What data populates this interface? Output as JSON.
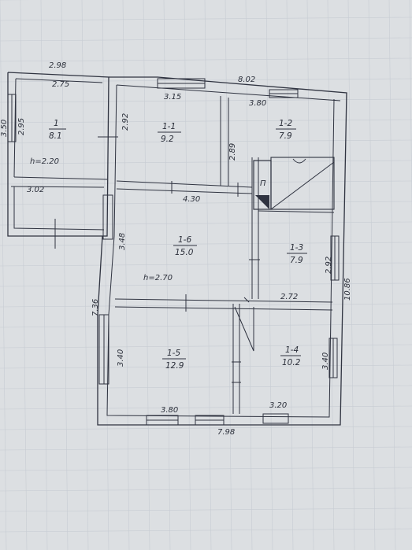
{
  "plan": {
    "outer_dimensions": {
      "top_left_width": "2.98",
      "top_right_width": "8.02",
      "left_height": "3.50",
      "left_lower_height": "7.36",
      "right_height": "10.86",
      "bottom_width": "7.98"
    },
    "rooms": [
      {
        "id": "1",
        "area": "8.1",
        "width": "2.75",
        "height": "2.95",
        "ceiling": "h=2.20"
      },
      {
        "id": "1-1",
        "area": "9.2",
        "width": "3.15",
        "height": "2.92"
      },
      {
        "id": "1-2",
        "area": "7.9",
        "width": "3.80",
        "height": "2.89"
      },
      {
        "id": "1-6",
        "area": "15.0",
        "width": "4.30",
        "height": "3.48",
        "ceiling": "h=2.70"
      },
      {
        "id": "1-3",
        "area": "7.9",
        "width": "2.72",
        "height": "2.92"
      },
      {
        "id": "1-5",
        "area": "12.9",
        "width": "3.80",
        "height": "3.40"
      },
      {
        "id": "1-4",
        "area": "10.2",
        "width": "3.20",
        "height": "3.40"
      }
    ],
    "extra_dimensions": {
      "porch_width": "3.02"
    },
    "stove_label": "П"
  }
}
